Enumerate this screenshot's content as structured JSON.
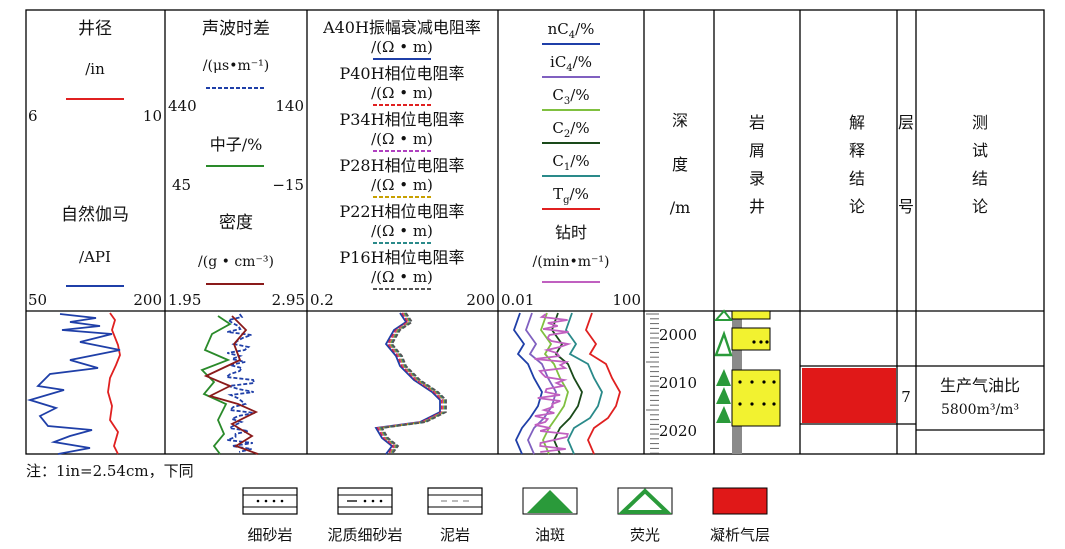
{
  "columns": {
    "caliper": {
      "title": "井径",
      "unit": "/in",
      "range_min": "6",
      "range_max": "10"
    },
    "gamma": {
      "title": "自然伽马",
      "unit": "/API",
      "range_min": "50",
      "range_max": "200"
    },
    "sonic": {
      "title": "声波时差",
      "unit": "/(μs•m⁻¹)",
      "range_min": "440",
      "range_max": "140"
    },
    "neutron": {
      "title": "中子/%",
      "range_min": "45",
      "range_max": "−15"
    },
    "density": {
      "title": "密度",
      "unit": "/(g • cm⁻³)",
      "range_min": "1.95",
      "range_max": "2.95"
    },
    "resistivity": {
      "curves": [
        {
          "name": "A40H振幅衰减电阻率",
          "unit": "/(Ω • m)",
          "color": "#1f3fa8"
        },
        {
          "name": "P40H相位电阻率",
          "unit": "/(Ω • m)",
          "color": "#e02020"
        },
        {
          "name": "P34H相位电阻率",
          "unit": "/(Ω • m)",
          "color": "#b040c0"
        },
        {
          "name": "P28H相位电阻率",
          "unit": "/(Ω • m)",
          "color": "#c8a000"
        },
        {
          "name": "P22H相位电阻率",
          "unit": "/(Ω • m)",
          "color": "#2a8a8a"
        },
        {
          "name": "P16H相位电阻率",
          "unit": "/(Ω • m)",
          "color": "#555555"
        }
      ],
      "range_min": "0.2",
      "range_max": "200"
    },
    "gas": {
      "curves": [
        {
          "label": "nC4/%",
          "base": "nC",
          "sub": "4",
          "tail": "/%",
          "color": "#1f3fa8"
        },
        {
          "label": "iC4/%",
          "base": "iC",
          "sub": "4",
          "tail": "/%",
          "color": "#8060c0"
        },
        {
          "label": "C3/%",
          "base": "C",
          "sub": "3",
          "tail": "/%",
          "color": "#80c040"
        },
        {
          "label": "C2/%",
          "base": "C",
          "sub": "2",
          "tail": "/%",
          "color": "#1a4a1a"
        },
        {
          "label": "C1/%",
          "base": "C",
          "sub": "1",
          "tail": "/%",
          "color": "#2a8a8a"
        },
        {
          "label": "Tg/%",
          "base": "T",
          "sub": "g",
          "tail": "/%",
          "color": "#e02020"
        }
      ],
      "drill_time": "钻时",
      "drill_time_unit": "/(min•m⁻¹)",
      "drill_time_color": "#c060c0",
      "range_min": "0.01",
      "range_max": "100"
    },
    "depth": {
      "title_chars": [
        "深",
        "度",
        "/m"
      ],
      "ticks": [
        "2000",
        "2010",
        "2020"
      ]
    },
    "lithology": {
      "title_chars": [
        "岩",
        "屑",
        "录",
        "井"
      ]
    },
    "interpretation": {
      "title_chars": [
        "解",
        "释",
        "结",
        "论"
      ]
    },
    "layer": {
      "title_chars": [
        "层",
        "号"
      ],
      "value": "7"
    },
    "test": {
      "title_chars": [
        "测",
        "试",
        "结",
        "论"
      ],
      "line1": "生产气油比",
      "line2": "5800m³/m³"
    }
  },
  "note": "注：1in=2.54cm，下同",
  "legend": [
    {
      "label": "细砂岩",
      "symbol": "fine-sandstone"
    },
    {
      "label": "泥质细砂岩",
      "symbol": "argillaceous-fine-sandstone"
    },
    {
      "label": "泥岩",
      "symbol": "mudstone"
    },
    {
      "label": "油斑",
      "symbol": "oil-spot"
    },
    {
      "label": "荧光",
      "symbol": "fluorescence"
    },
    {
      "label": "凝析气层",
      "symbol": "condensate-gas-layer"
    }
  ],
  "colors": {
    "caliper": "#e02020",
    "gamma": "#1f3fa8",
    "sonic": "#1f3fa8",
    "neutron": "#2a8a2a",
    "density": "#8a1a1a",
    "oil_green": "#2a9a3a",
    "gas_red": "#e01818",
    "sand_yellow": "#f2f230"
  }
}
